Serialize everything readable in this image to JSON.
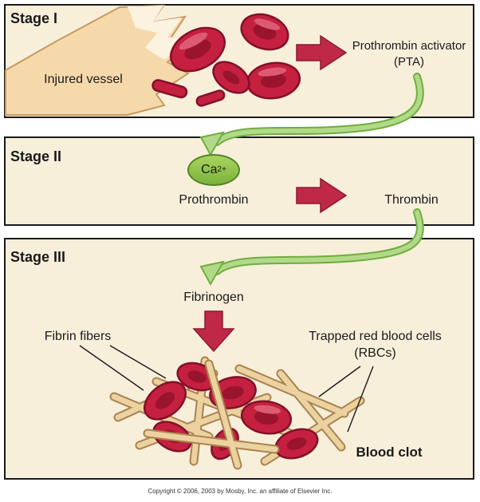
{
  "stage1": {
    "label": "Stage I",
    "vessel_label": "Injured vessel",
    "output_label": "Prothrombin activator (PTA)"
  },
  "stage2": {
    "label": "Stage II",
    "ca_base": "Ca",
    "ca_sup": "2+",
    "substrate_label": "Prothrombin",
    "product_label": "Thrombin"
  },
  "stage3": {
    "label": "Stage III",
    "substrate_label": "Fibrinogen",
    "fibrin_label": "Fibrin fibers",
    "trapped_label": "Trapped red blood cells (RBCs)",
    "clot_label": "Blood clot"
  },
  "footer": {
    "copyright": "Copyright © 2006, 2003 by Mosby, Inc. an affiliate of Elsevier Inc."
  },
  "icons": {
    "red_arrow_right_1": "red-arrow-right",
    "red_arrow_right_2": "red-arrow-right",
    "red_arrow_down": "red-arrow-down",
    "green_flow_1": "curved-green-arrow",
    "green_flow_2": "curved-green-arrow"
  },
  "colors": {
    "panel_bg": "#f8efdb",
    "border": "#1a1a1a",
    "arrow_red": "#bf2847",
    "rbc_red": "#c5203f",
    "rbc_outline": "#82102a",
    "green_arrow_light": "#b2d98a",
    "green_arrow_dark": "#6fae3e",
    "ca_green": "#8ec63f",
    "fiber_tan": "#ecd2a0",
    "fiber_outline": "#a8834f",
    "vessel_skin": "#f6d9ab"
  }
}
